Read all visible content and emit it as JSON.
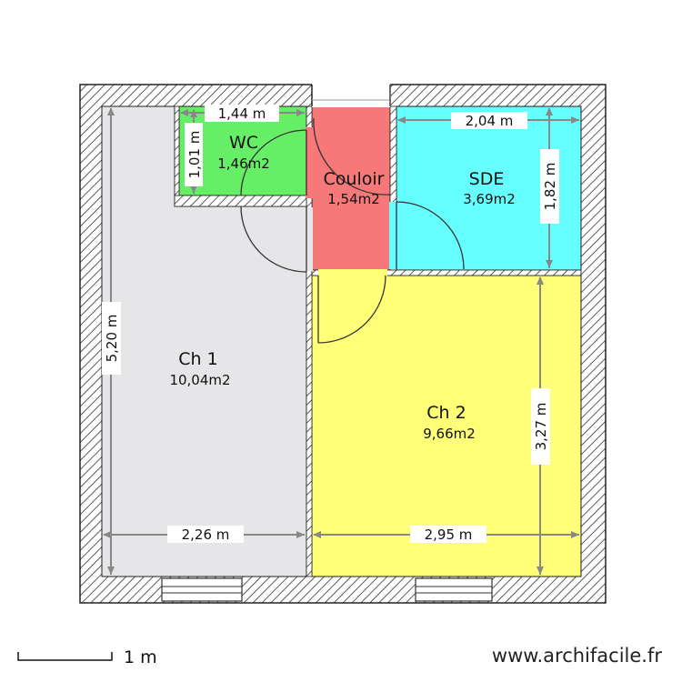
{
  "colors": {
    "ch1": "#e6e6e9",
    "wc": "#66ee66",
    "couloir": "#f77878",
    "sde": "#66ffff",
    "ch2": "#ffff78",
    "wall_hatch": "#333333",
    "dimension": "#888888"
  },
  "rooms": [
    {
      "id": "wc",
      "name": "WC",
      "area": "1,46m2"
    },
    {
      "id": "couloir",
      "name": "Couloir",
      "area": "1,54m2"
    },
    {
      "id": "sde",
      "name": "SDE",
      "area": "3,69m2"
    },
    {
      "id": "ch1",
      "name": "Ch 1",
      "area": "10,04m2"
    },
    {
      "id": "ch2",
      "name": "Ch 2",
      "area": "9,66m2"
    }
  ],
  "dimensions": {
    "wc_width": "1,44 m",
    "wc_height": "1,01 m",
    "sde_width": "2,04 m",
    "sde_height": "1,82 m",
    "ch1_height": "5,20 m",
    "ch1_width": "2,26 m",
    "ch2_width": "2,95 m",
    "ch2_height": "3,27 m"
  },
  "scale": {
    "label": "1 m"
  },
  "watermark": "www.archifacile.fr"
}
